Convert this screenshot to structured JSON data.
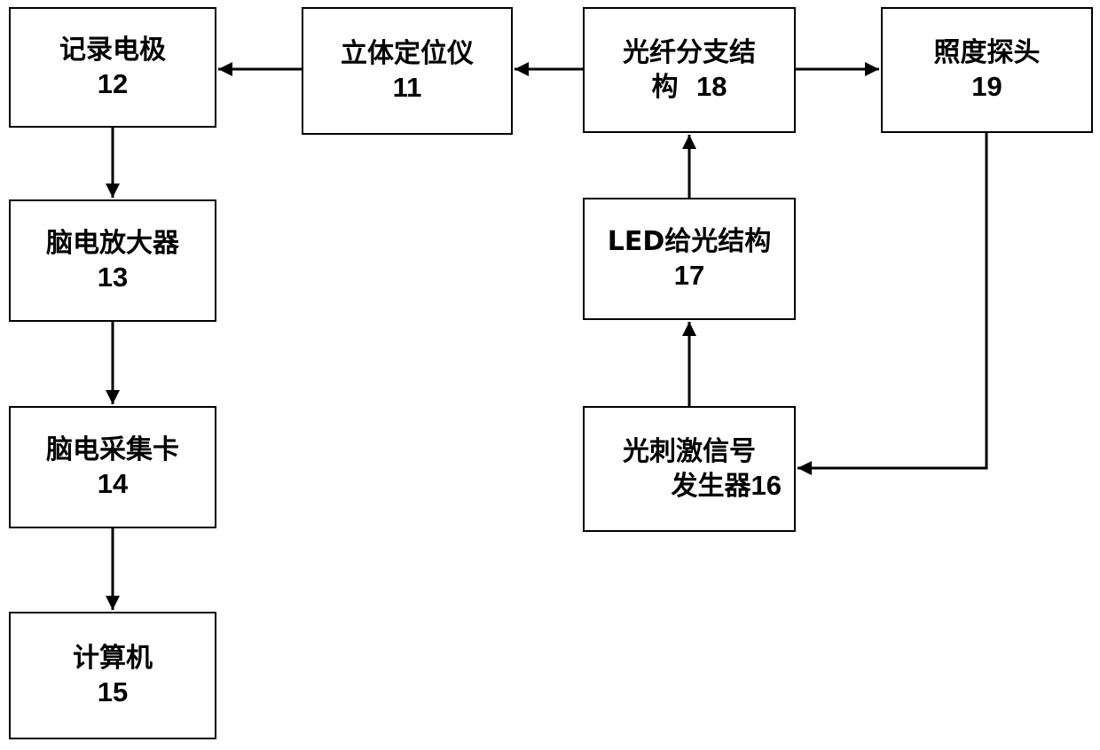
{
  "blocks": {
    "recording_electrode": {
      "label": "记录电极",
      "number": "12"
    },
    "stereotaxic_instrument": {
      "label": "立体定位仪",
      "number": "11"
    },
    "fiber_branch": {
      "label_line1": "光纤分支结",
      "label_line2": "构",
      "number": "18"
    },
    "illuminance_probe": {
      "label": "照度探头",
      "number": "19"
    },
    "eeg_amplifier": {
      "label": "脑电放大器",
      "number": "13"
    },
    "led_light": {
      "label": "LED给光结构",
      "number": "17"
    },
    "eeg_acquisition_card": {
      "label": "脑电采集卡",
      "number": "14"
    },
    "stimulus_generator": {
      "label_line1": "光刺激信号",
      "label_line2": "发生器",
      "number": "16"
    },
    "computer": {
      "label": "计算机",
      "number": "15"
    }
  },
  "connections": [
    {
      "from": "stereotaxic_instrument",
      "to": "recording_electrode"
    },
    {
      "from": "fiber_branch",
      "to": "stereotaxic_instrument"
    },
    {
      "from": "fiber_branch",
      "to": "illuminance_probe"
    },
    {
      "from": "recording_electrode",
      "to": "eeg_amplifier"
    },
    {
      "from": "eeg_amplifier",
      "to": "eeg_acquisition_card"
    },
    {
      "from": "eeg_acquisition_card",
      "to": "computer"
    },
    {
      "from": "led_light",
      "to": "fiber_branch"
    },
    {
      "from": "stimulus_generator",
      "to": "led_light"
    },
    {
      "from": "illuminance_probe",
      "to": "stimulus_generator"
    }
  ]
}
